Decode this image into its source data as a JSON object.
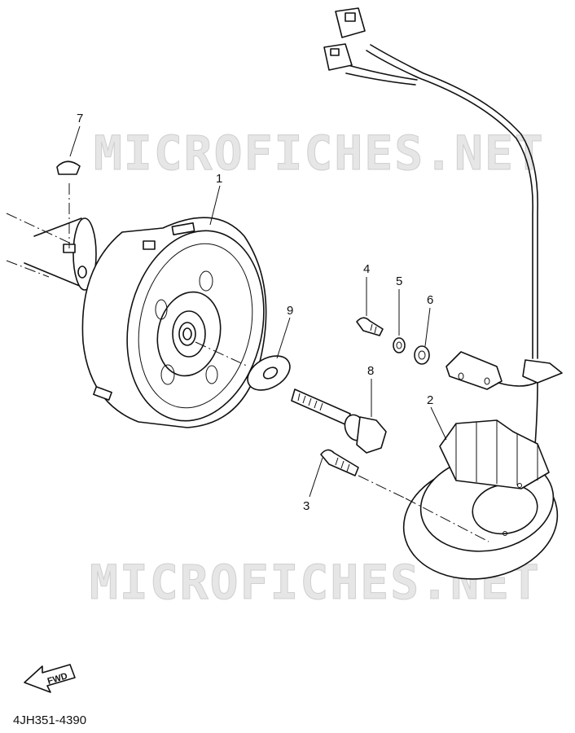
{
  "watermark": {
    "top": "MICROFICHES.NET",
    "bottom": "MICROFICHES.NET"
  },
  "callouts": {
    "c1": "1",
    "c2": "2",
    "c3": "3",
    "c4": "4",
    "c5": "5",
    "c6": "6",
    "c7": "7",
    "c8": "8",
    "c9": "9"
  },
  "direction_badge": "FWD",
  "diagram_code": "4JH351-4390"
}
